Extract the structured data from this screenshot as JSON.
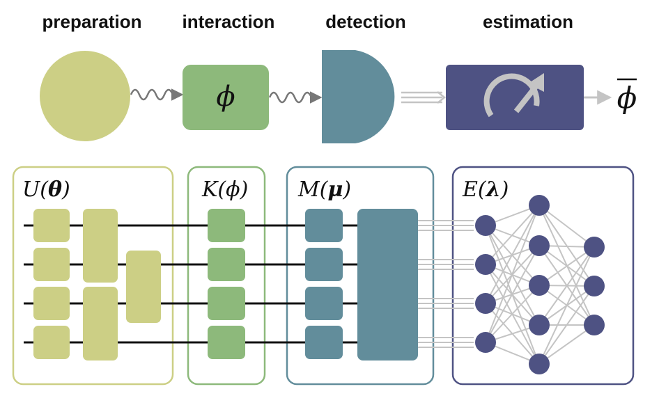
{
  "stages": {
    "preparation": "preparation",
    "interaction": "interaction",
    "detection": "detection",
    "estimation": "estimation"
  },
  "symbols": {
    "phi": "ϕ",
    "phi_bar": "ϕ"
  },
  "blocks": {
    "unitary": {
      "name": "U(",
      "param": "θ",
      "close": ")"
    },
    "kernel": {
      "name": "K(",
      "param": "ϕ",
      "close": ")"
    },
    "measurement": {
      "name": "M(",
      "param": "μ",
      "close": ")"
    },
    "estimator": {
      "name": "E(",
      "param": "λ",
      "close": ")"
    }
  },
  "colors": {
    "preparation": "#cccf85",
    "interaction": "#8db97b",
    "detection": "#628d9b",
    "estimation": "#4e5283",
    "wire": "#111111",
    "signal": "#777777",
    "connector": "#c4c4c4"
  },
  "icons": {
    "photon": "wavy-arrow-icon",
    "detector": "d-shape-detector-icon",
    "meter": "gauge-icon"
  }
}
